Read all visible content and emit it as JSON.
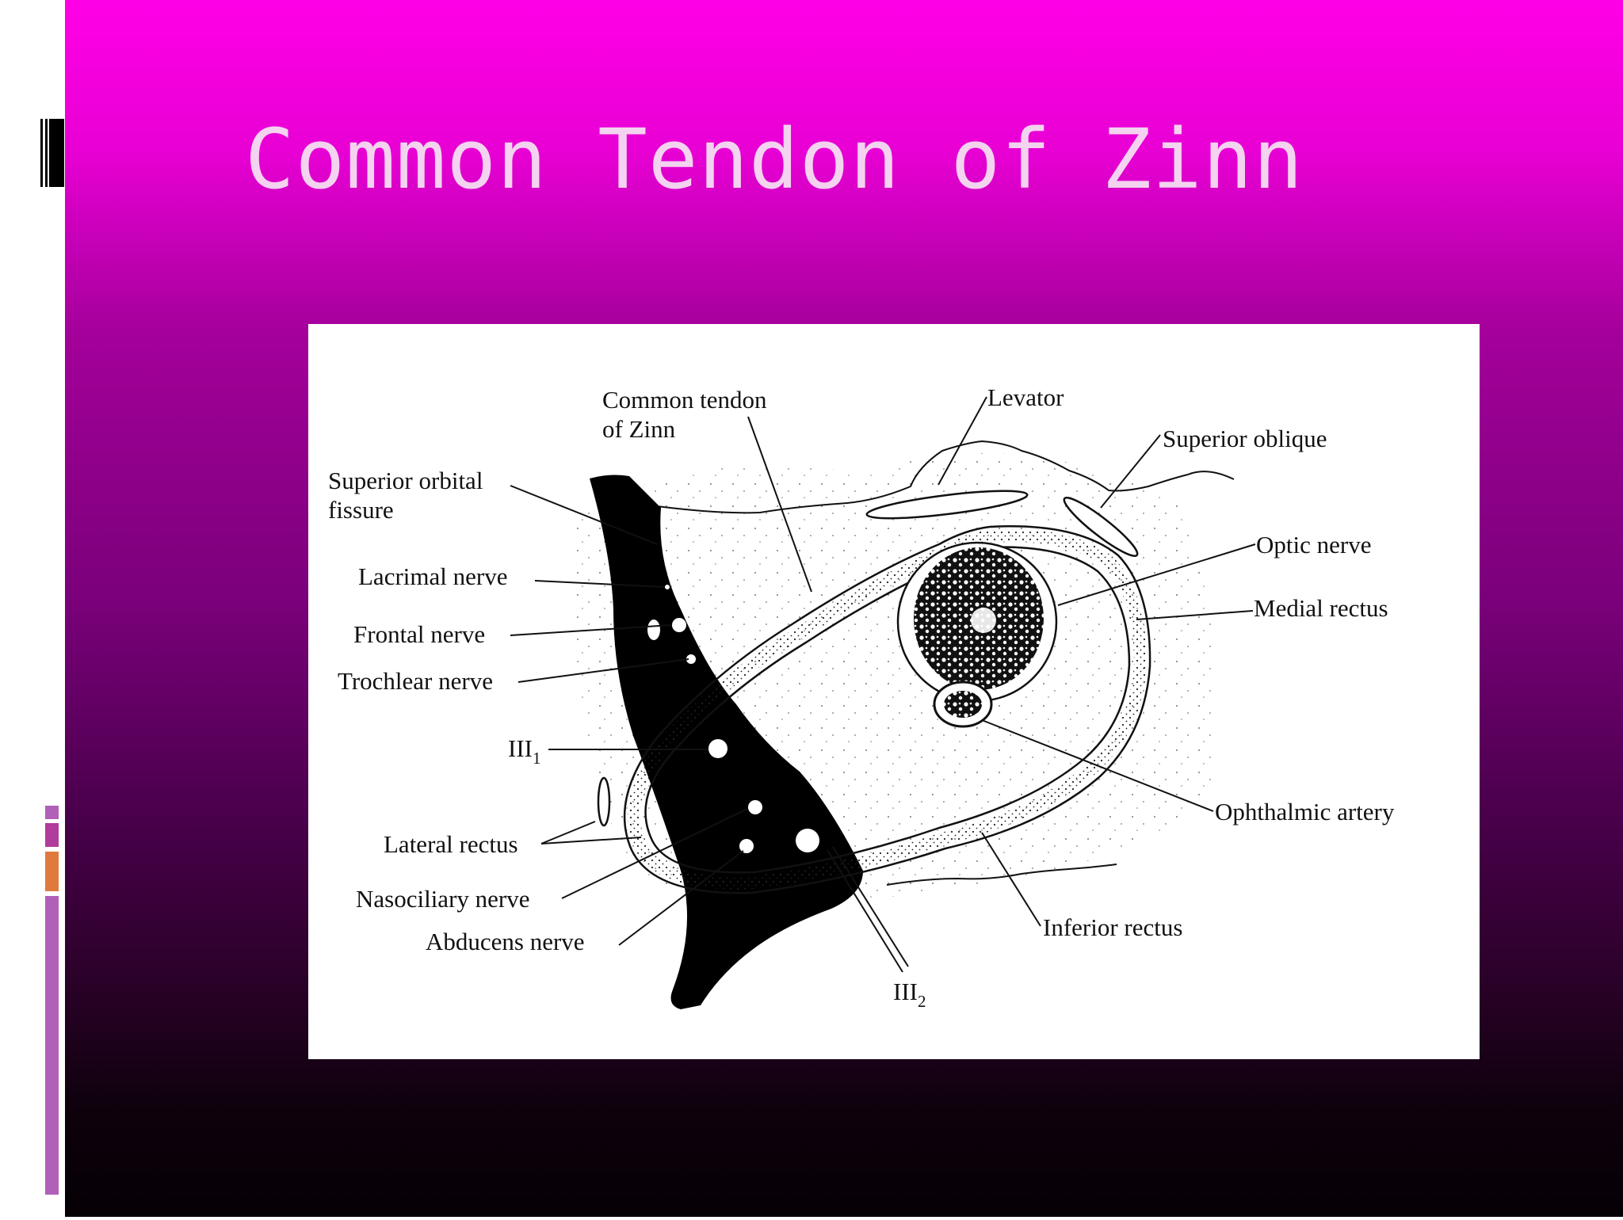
{
  "slide": {
    "title": "Common Tendon of Zinn"
  },
  "diagram": {
    "labels": {
      "common_tendon_line1": "Common tendon",
      "common_tendon_line2": "of Zinn",
      "levator": "Levator",
      "superior_oblique": "Superior oblique",
      "sup_orbital_line1": "Superior orbital",
      "sup_orbital_line2": "fissure",
      "lacrimal_nerve": "Lacrimal nerve",
      "frontal_nerve": "Frontal nerve",
      "trochlear_nerve": "Trochlear nerve",
      "optic_nerve": "Optic nerve",
      "medial_rectus": "Medial rectus",
      "iii1_main": "III",
      "iii1_sub": "1",
      "lateral_rectus": "Lateral rectus",
      "nasociliary_nerve": "Nasociliary nerve",
      "abducens_nerve": "Abducens nerve",
      "ophthalmic_artery": "Ophthalmic artery",
      "inferior_rectus": "Inferior rectus",
      "iii2_main": "III",
      "iii2_sub": "2"
    }
  },
  "colors": {
    "background_top": "#ff00e6",
    "background_bottom": "#050005",
    "title_text": "#f3d3ef",
    "accent_purple": "#b060b8",
    "accent_magenta": "#b03c9c",
    "accent_orange": "#e07a3c"
  }
}
